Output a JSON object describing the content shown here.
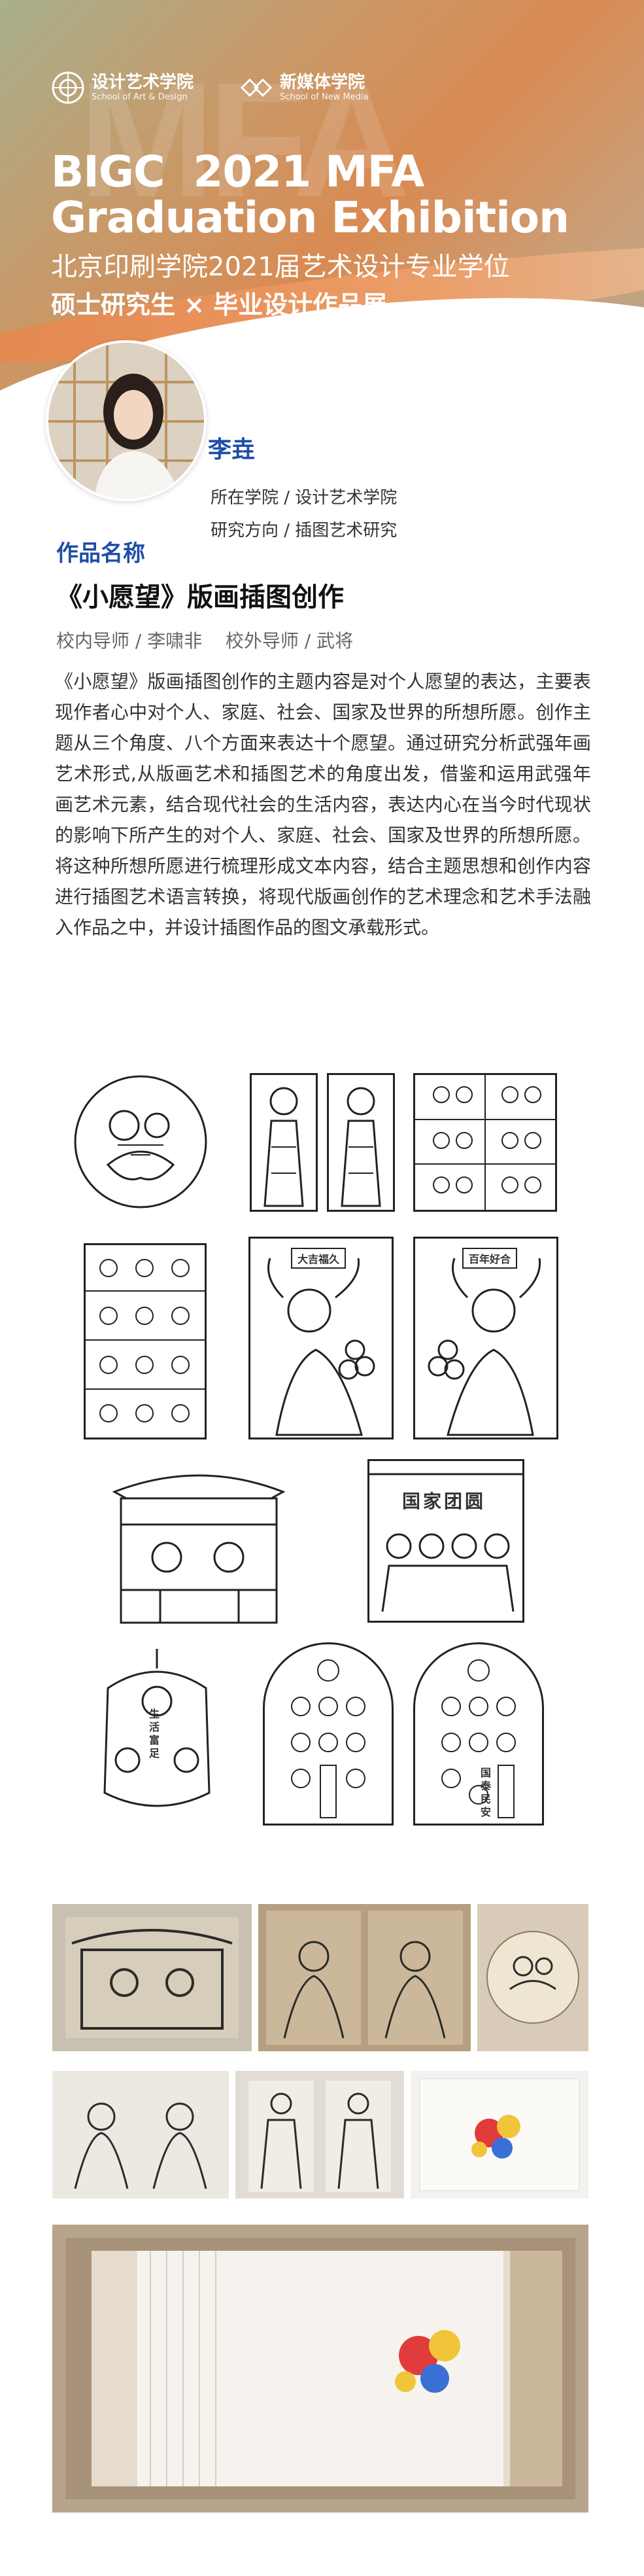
{
  "header": {
    "logo_left_cn": "设计艺术学院",
    "logo_left_en": "School of Art & Design",
    "logo_right_cn": "新媒体学院",
    "logo_right_en": "School of New Media",
    "title_line1": "BIGC  2021 MFA",
    "title_line2": "Graduation Exhibition",
    "subtitle_line1": "北京印刷学院2021届艺术设计专业学位",
    "subtitle_line2": "硕士研究生 × 毕业设计作品展"
  },
  "student": {
    "name": "李垚",
    "school": "所在学院 / 设计艺术学院",
    "direction": "研究方向 / 插图艺术研究"
  },
  "work": {
    "section_label": "作品名称",
    "title": "《小愿望》版画插图创作",
    "advisors": "校内导师 / 李啸非    校外导师 / 武将",
    "description": "《小愿望》版画插图创作的主题内容是对个人愿望的表达，主要表现作者心中对个人、家庭、社会、国家及世界的所想所愿。创作主题从三个角度、八个方面来表达十个愿望。通过研究分析武强年画艺术形式,从版画艺术和插图艺术的角度出发，借鉴和运用武强年画艺术元素，结合现代社会的生活内容，表达内心在当今时代现状的影响下所产生的对个人、家庭、社会、国家及世界的所想所愿。将这种所想所愿进行梳理形成文本内容，结合主题思想和创作内容进行插图艺术语言转换，将现代版画创作的艺术理念和艺术手法融入作品之中，并设计插图作品的图文承载形式。"
  },
  "artwork_text": {
    "banner_a": "大吉福久",
    "banner_b": "百年好合",
    "guojia": "国家团圆",
    "vertical_a": "生活富足",
    "vertical_b": "国泰民安"
  },
  "colors": {
    "accent_blue": "#1e4da6",
    "header_orange": "#e07c44"
  }
}
